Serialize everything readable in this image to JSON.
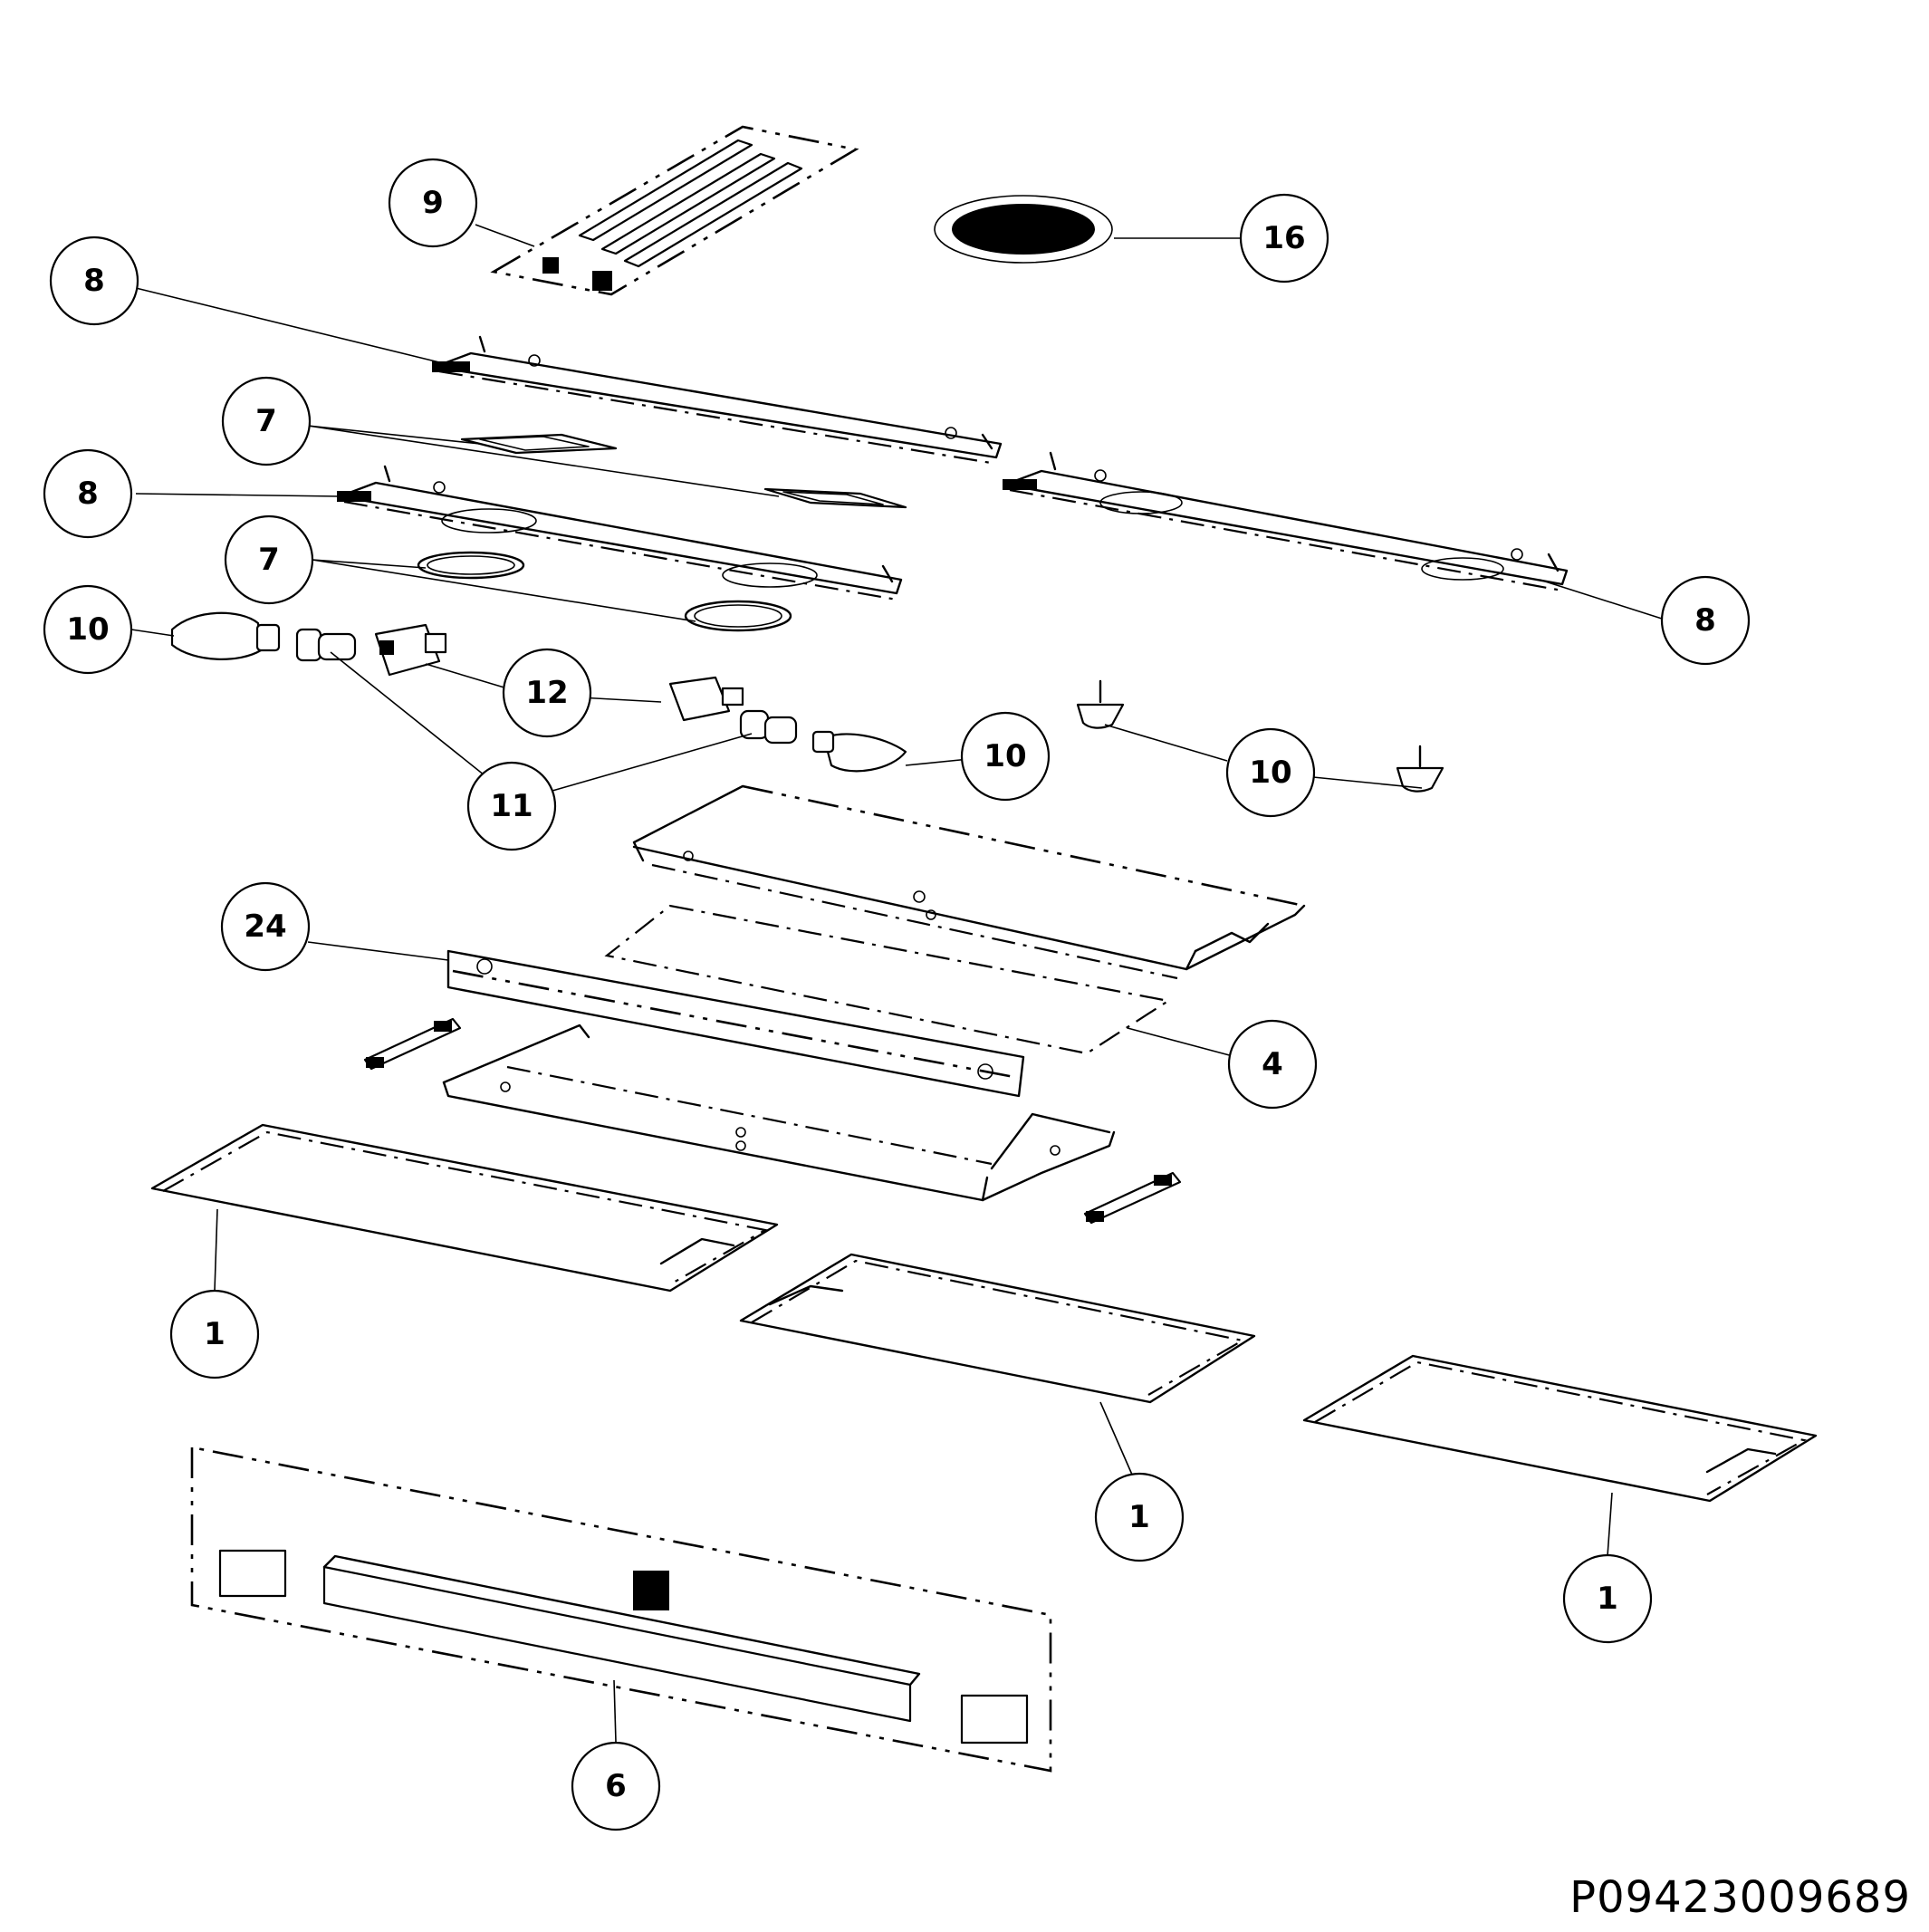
{
  "part_labels": {
    "p1a": "1",
    "p1b": "1",
    "p1c": "1",
    "p4": "4",
    "p6": "6",
    "p7a": "7",
    "p7b": "7",
    "p8a": "8",
    "p8b": "8",
    "p8c": "8",
    "p9": "9",
    "p10a": "10",
    "p10b": "10",
    "p10c": "10",
    "p11": "11",
    "p12": "12",
    "p16": "16",
    "p24": "24"
  },
  "drawing_code": "P09423009689"
}
